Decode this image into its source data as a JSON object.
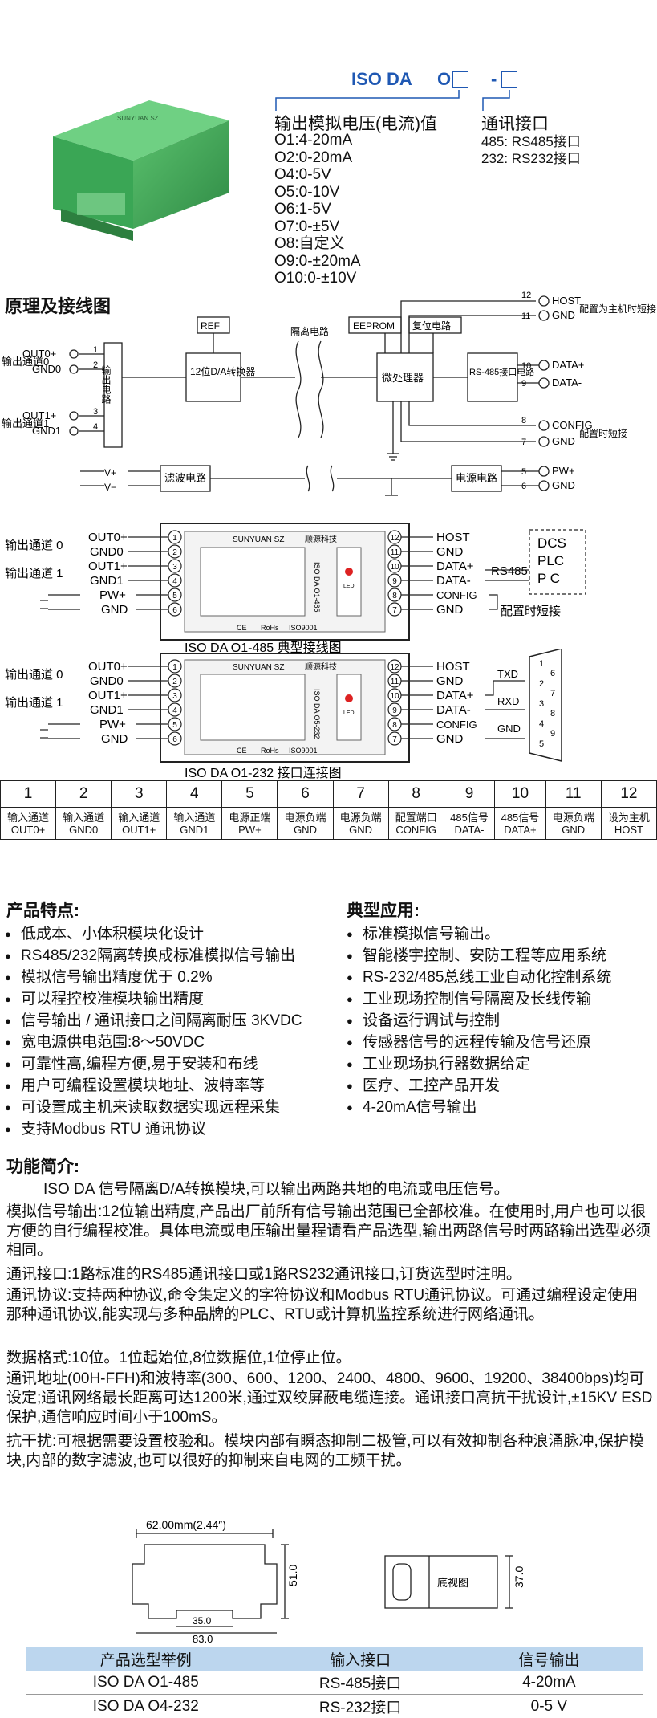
{
  "model_code": {
    "prefix": "ISO DA",
    "o": "O",
    "dash": "-"
  },
  "output_title": "输出模拟电压(电流)值",
  "output_options": [
    "O1:4-20mA",
    "O2:0-20mA",
    "O4:0-5V",
    "O5:0-10V",
    "O6:1-5V",
    "O7:0-±5V",
    "O8:自定义",
    "O9:0-±20mA",
    "O10:0-±10V"
  ],
  "comm_title": "通讯接口",
  "comm_options": [
    "485: RS485接口",
    "232: RS232接口"
  ],
  "product_label": "SUNYUAN SZ",
  "wiring_title": "原理及接线图",
  "diagram": {
    "left_pins": [
      "OUT0+",
      "GND0",
      "OUT1+",
      "GND1"
    ],
    "left_pin_nums": [
      "1",
      "2",
      "3",
      "4"
    ],
    "left_labels": [
      "输出通道0",
      "输出通道1"
    ],
    "output_circuit": "输出电路",
    "ref": "REF",
    "da": "12位D/A转换器",
    "isolation": "隔离电路",
    "eeprom": "EEPROM",
    "reset": "复位电路",
    "mcu": "微处理器",
    "rs485": "RS-485接口电路",
    "filter": "滤波电路",
    "power": "电源电路",
    "vplus": "V+",
    "vminus": "V−",
    "right_pins": [
      {
        "n": "12",
        "label": "HOST"
      },
      {
        "n": "11",
        "label": "GND"
      },
      {
        "n": "10",
        "label": "DATA+"
      },
      {
        "n": "9",
        "label": "DATA-"
      },
      {
        "n": "8",
        "label": "CONFIG"
      },
      {
        "n": "7",
        "label": "GND"
      },
      {
        "n": "5",
        "label": "PW+"
      },
      {
        "n": "6",
        "label": "GND"
      }
    ],
    "host_note": "配置为主机时短接",
    "config_note": "配置时短接"
  },
  "wiring485": {
    "caption": "ISO DA  O1-485  典型接线图",
    "left": [
      "OUT0+",
      "GND0",
      "OUT1+",
      "GND1",
      "PW+",
      "GND"
    ],
    "left_nums": [
      "1",
      "2",
      "3",
      "4",
      "5",
      "6"
    ],
    "right": [
      "HOST",
      "GND",
      "DATA+",
      "DATA-",
      "CONFIG",
      "GND"
    ],
    "right_nums": [
      "12",
      "11",
      "10",
      "9",
      "8",
      "7"
    ],
    "ch0": "输出通道 0",
    "ch1": "输出通道 1",
    "rs485": "RS485",
    "dcs": [
      "DCS",
      "PLC",
      "P  C"
    ],
    "config_note": "配置时短接",
    "brand": "SUNYUAN SZ",
    "brand_cn": "顺源科技",
    "model": "ISO DA O1-485",
    "certs": [
      "CE",
      "RoHs",
      "ISO9001"
    ],
    "led": "LED"
  },
  "wiring232": {
    "caption": "ISO DA  O1-232  接口连接图",
    "left": [
      "OUT0+",
      "GND0",
      "OUT1+",
      "GND1",
      "PW+",
      "GND"
    ],
    "right": [
      "HOST",
      "GND",
      "DATA+",
      "DATA-",
      "CONFIG",
      "GND"
    ],
    "ch0": "输出通道 0",
    "ch1": "输出通道 1",
    "txd": "TXD",
    "rxd": "RXD",
    "gnd": "GND",
    "db9": [
      "1",
      "2",
      "3",
      "4",
      "5",
      "6",
      "7",
      "8",
      "9"
    ],
    "brand": "SUNYUAN SZ",
    "brand_cn": "顺源科技",
    "model": "ISO DA O5-232",
    "certs": [
      "CE",
      "RoHs",
      "ISO9001"
    ],
    "led": "LED"
  },
  "pin_table": {
    "nums": [
      "1",
      "2",
      "3",
      "4",
      "5",
      "6",
      "7",
      "8",
      "9",
      "10",
      "11",
      "12"
    ],
    "row1": [
      "输入通道",
      "输入通道",
      "输入通道",
      "输入通道",
      "电源正端",
      "电源负端",
      "电源负端",
      "配置端口",
      "485信号",
      "485信号",
      "电源负端",
      "设为主机"
    ],
    "row2": [
      "OUT0+",
      "GND0",
      "OUT1+",
      "GND1",
      "PW+",
      "GND",
      "GND",
      "CONFIG",
      "DATA-",
      "DATA+",
      "GND",
      "HOST"
    ]
  },
  "features": {
    "title": "产品特点:",
    "items": [
      "低成本、小体积模块化设计",
      "RS485/232隔离转换成标准模拟信号输出",
      "模拟信号输出精度优于 0.2%",
      "可以程控校准模块输出精度",
      "信号输出 / 通讯接口之间隔离耐压 3KVDC",
      "宽电源供电范围:8～50VDC",
      "可靠性高,编程方便,易于安装和布线",
      "用户可编程设置模块地址、波特率等",
      "可设置成主机来读取数据实现远程采集",
      "支持Modbus RTU 通讯协议"
    ]
  },
  "applications": {
    "title": "典型应用:",
    "items": [
      "标准模拟信号输出。",
      "智能楼宇控制、安防工程等应用系统",
      "RS-232/485总线工业自动化控制系统",
      "工业现场控制信号隔离及长线传输",
      "设备运行调试与控制",
      "传感器信号的远程传输及信号还原",
      "工业现场执行器数据给定",
      "医疗、工控产品开发",
      "4-20mA信号输出"
    ]
  },
  "intro": {
    "title": "功能简介:",
    "paragraphs": [
      "ISO DA 信号隔离D/A转换模块,可以输出两路共地的电流或电压信号。",
      "模拟信号输出:12位输出精度,产品出厂前所有信号输出范围已全部校准。在使用时,用户也可以很方便的自行编程校准。具体电流或电压输出量程请看产品选型,输出两路信号时两路输出选型必须相同。",
      "通讯接口:1路标准的RS485通讯接口或1路RS232通讯接口,订货选型时注明。",
      "通讯协议:支持两种协议,命令集定义的字符协议和Modbus RTU通讯协议。可通过编程设定使用那种通讯协议,能实现与多种品牌的PLC、RTU或计算机监控系统进行网络通讯。",
      "数据格式:10位。1位起始位,8位数据位,1位停止位。",
      "通讯地址(00H-FFH)和波特率(300、600、1200、2400、4800、9600、19200、38400bps)均可设定;通讯网络最长距离可达1200米,通过双绞屏蔽电缆连接。通讯接口高抗干扰设计,±15KV ESD保护,通信响应时间小于100mS。",
      "抗干扰:可根据需要设置校验和。模块内部有瞬态抑制二极管,可以有效抑制各种浪涌脉冲,保护模块,内部的数字滤波,也可以很好的抑制来自电网的工频干扰。"
    ]
  },
  "dimensions": {
    "width": "62.00mm(2.44″)",
    "height": "51.0",
    "inner": "35.0",
    "length": "83.0",
    "depth": "37.0",
    "bottom_view": "底视图"
  },
  "selection": {
    "headers": [
      "产品选型举例",
      "输入接口",
      "信号输出"
    ],
    "rows": [
      [
        "ISO DA O1-485",
        "RS-485接口",
        "4-20mA"
      ],
      [
        "ISO DA O4-232",
        "RS-232接口",
        "0-5 V"
      ]
    ]
  },
  "colors": {
    "accent": "#1f58b3",
    "module_green": "#3aa655",
    "table_header": "#bcd6ee"
  }
}
